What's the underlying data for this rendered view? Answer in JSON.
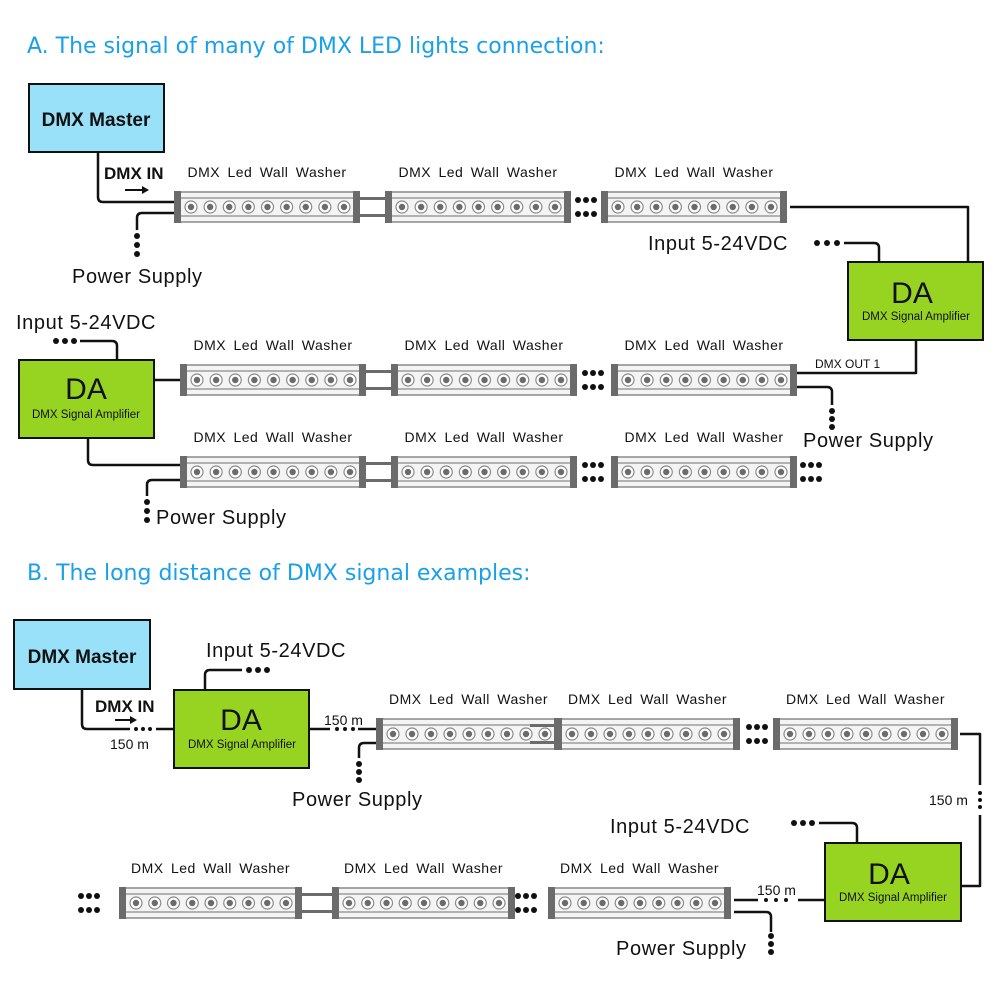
{
  "colors": {
    "title": "#1aa0e8",
    "master_fill": "#99e1f8",
    "amplifier_fill": "#97d321",
    "fixture_cap": "#6b6b6b",
    "fixture_body": "#f4f4f4",
    "led": "#6b6b6b",
    "wire": "#111111"
  },
  "section_a": {
    "title": "A. The signal of many of DMX LED lights connection:",
    "master": {
      "label": "DMX Master"
    },
    "dmx_in": {
      "label": "DMX IN",
      "icon": "arrow-right-icon"
    },
    "power_supply_labels": [
      "Power Supply",
      "Power Supply",
      "Power Supply"
    ],
    "input_labels": [
      "Input 5-24VDC",
      "Input 5-24VDC"
    ],
    "amplifiers": [
      {
        "title": "DA",
        "subtitle": "DMX Signal Amplifier"
      },
      {
        "title": "DA",
        "subtitle": "DMX Signal Amplifier"
      }
    ],
    "dmx_out_label": "DMX OUT 1",
    "rows": [
      {
        "fixtures": [
          "DMX Led Wall Washer",
          "DMX Led Wall Washer",
          "DMX Led Wall Washer"
        ]
      },
      {
        "fixtures": [
          "DMX Led Wall Washer",
          "DMX Led Wall Washer",
          "DMX Led Wall Washer"
        ]
      },
      {
        "fixtures": [
          "DMX Led Wall Washer",
          "DMX Led Wall Washer",
          "DMX Led Wall Washer"
        ]
      }
    ]
  },
  "section_b": {
    "title": "B. The long distance of DMX signal examples:",
    "master": {
      "label": "DMX Master"
    },
    "dmx_in": {
      "label": "DMX IN",
      "icon": "arrow-right-icon"
    },
    "input_labels": [
      "Input 5-24VDC",
      "Input 5-24VDC"
    ],
    "power_supply_labels": [
      "Power Supply",
      "Power Supply"
    ],
    "amplifiers": [
      {
        "title": "DA",
        "subtitle": "DMX Signal Amplifier"
      },
      {
        "title": "DA",
        "subtitle": "DMX Signal Amplifier"
      }
    ],
    "distances": [
      "150 m",
      "150 m",
      "150 m",
      "150 m"
    ],
    "rows": [
      {
        "fixtures": [
          "DMX Led Wall Washer",
          "DMX Led Wall Washer",
          "DMX Led Wall Washer"
        ]
      },
      {
        "fixtures": [
          "DMX Led Wall Washer",
          "DMX Led Wall Washer",
          "DMX Led Wall Washer"
        ]
      }
    ]
  },
  "fixture_led_count": 9
}
